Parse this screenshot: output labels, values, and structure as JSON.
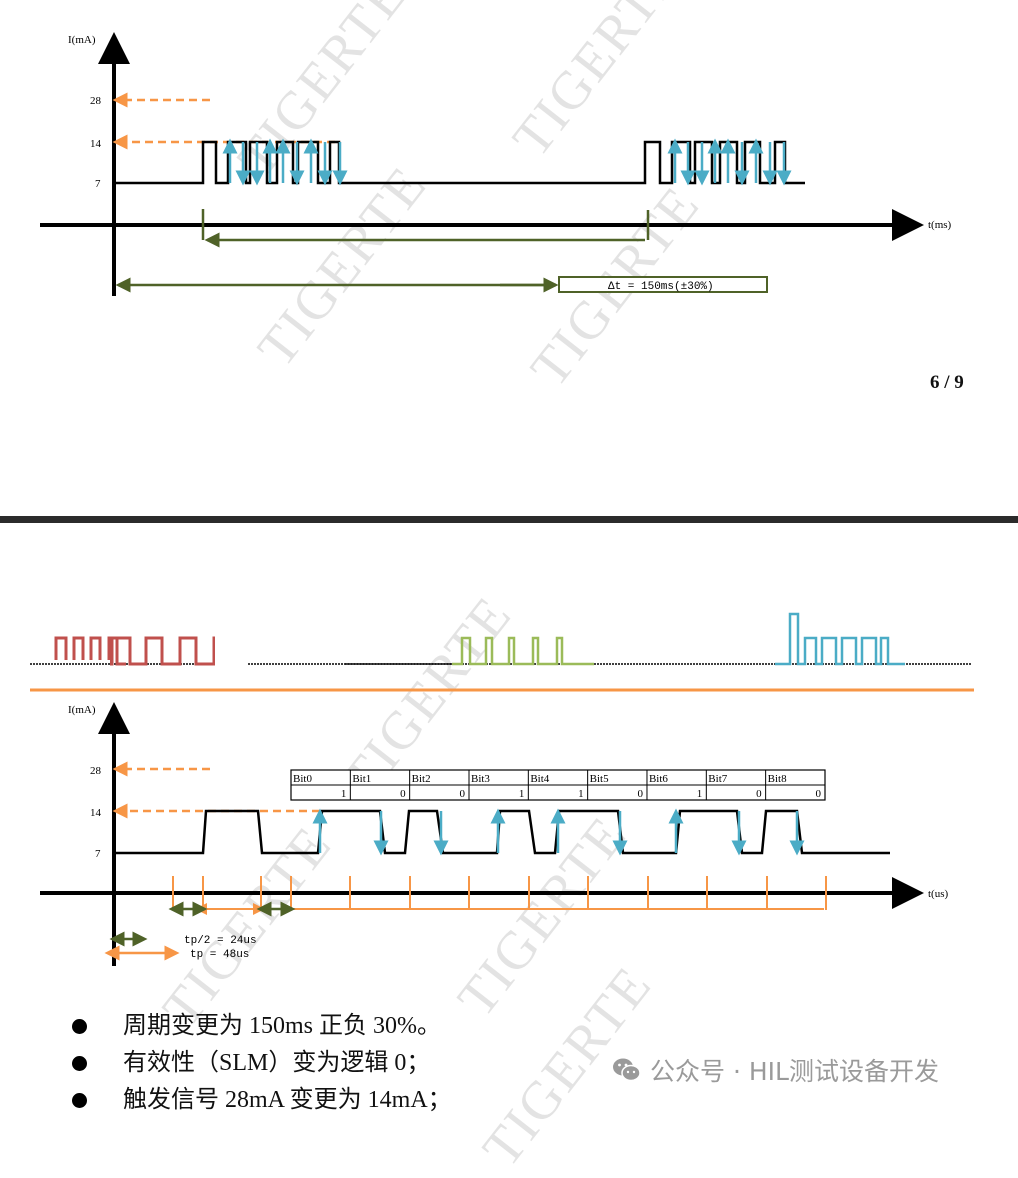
{
  "watermark": "TIGERTE",
  "page_number": "6 / 9",
  "colors": {
    "signal": "#000000",
    "edge_arrow": "#4bacc6",
    "dashed_ref": "#f79646",
    "timing_green": "#4f6228",
    "tick_orange": "#f79646",
    "legend_red": "#c0504d",
    "legend_green": "#9bbb59",
    "legend_blue": "#4bacc6",
    "separator": "#2b2b2b"
  },
  "diagram1": {
    "y_axis_label": "I(mA)",
    "x_axis_label": "t(ms)",
    "y_ticks": [
      "28",
      "14",
      "7"
    ],
    "period_label": "Δt = 150ms(±30%)"
  },
  "diagram2": {
    "y_axis_label": "I(mA)",
    "x_axis_label": "t(us)",
    "y_ticks": [
      "28",
      "14",
      "7"
    ],
    "bits": [
      {
        "name": "Bit0",
        "value": "1"
      },
      {
        "name": "Bit1",
        "value": "0"
      },
      {
        "name": "Bit2",
        "value": "0"
      },
      {
        "name": "Bit3",
        "value": "1"
      },
      {
        "name": "Bit4",
        "value": "1"
      },
      {
        "name": "Bit5",
        "value": "0"
      },
      {
        "name": "Bit6",
        "value": "1"
      },
      {
        "name": "Bit7",
        "value": "0"
      },
      {
        "name": "Bit8",
        "value": "0"
      }
    ],
    "legend_half": "tp/2 = 24us",
    "legend_full": "tp = 48us"
  },
  "bullets": [
    "周期变更为 150ms 正负 30%。",
    "有效性（SLM）变为逻辑 0；",
    "触发信号 28mA 变更为 14mA；"
  ],
  "footer_brand": "公众号 · HIL测试设备开发"
}
